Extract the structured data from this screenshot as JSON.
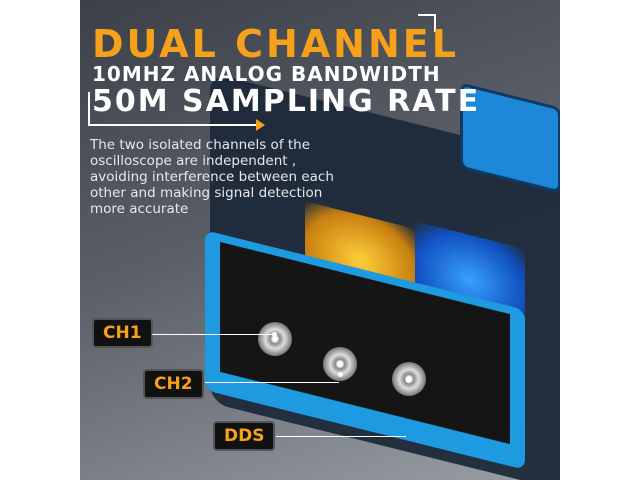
{
  "headline": "DUAL CHANNEL",
  "subheadline": "10MHZ ANALOG BANDWIDTH",
  "subheadline2": "50M SAMPLING RATE",
  "description": "The two isolated channels of the oscilloscope are independent , avoiding interference between each other and making signal detection more accurate",
  "labels": {
    "ch1": "CH1",
    "ch2": "CH2",
    "dds": "DDS"
  },
  "colors": {
    "accent": "#f7a11a",
    "device_blue": "#1e9be0"
  }
}
